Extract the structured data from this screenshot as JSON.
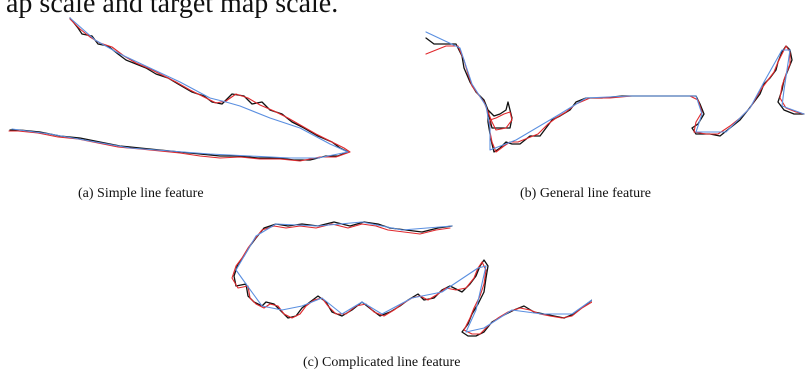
{
  "header_text": "ap scale and target map scale.",
  "figure": {
    "panels": [
      {
        "id": "a",
        "caption": "(a) Simple line feature"
      },
      {
        "id": "b",
        "caption": "(b) General line feature"
      },
      {
        "id": "c",
        "caption": "(c) Complicated line feature"
      }
    ],
    "line_colors": {
      "black": "#111111",
      "red": "#e0282c",
      "blue": "#5a8fe0"
    }
  }
}
